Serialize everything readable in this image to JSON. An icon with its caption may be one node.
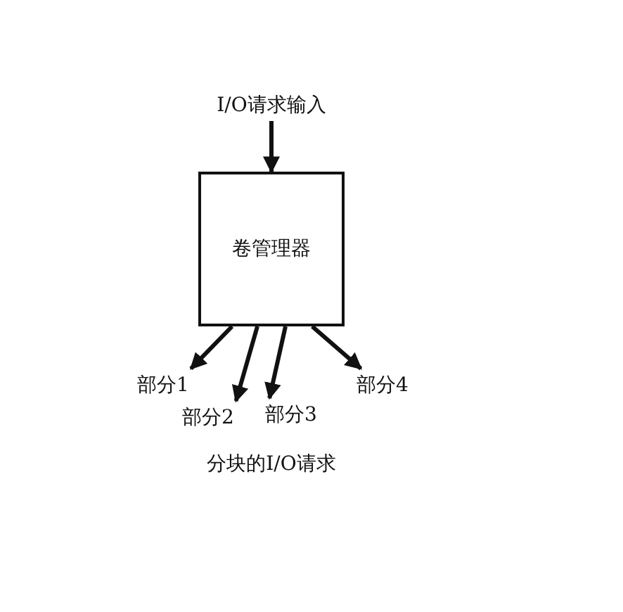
{
  "diagram": {
    "nodes": [
      {
        "text": [
          "I/O请求输入"
        ]
      },
      {
        "text": [
          "卷管理器"
        ]
      },
      {
        "text": [
          "部分1"
        ]
      },
      {
        "text": [
          "部分2"
        ]
      },
      {
        "text": [
          "部分3"
        ]
      },
      {
        "text": [
          "部分4"
        ]
      }
    ],
    "edges": [
      {
        "from": 0,
        "to": 1,
        "arrow": "to"
      },
      {
        "from": 1,
        "to": 2,
        "arrow": "to"
      },
      {
        "from": 1,
        "to": 3,
        "arrow": "to"
      },
      {
        "from": 1,
        "to": 4,
        "arrow": "to"
      },
      {
        "from": 1,
        "to": 5,
        "arrow": "to"
      }
    ],
    "labels": [
      "分块的I/O请求"
    ]
  }
}
